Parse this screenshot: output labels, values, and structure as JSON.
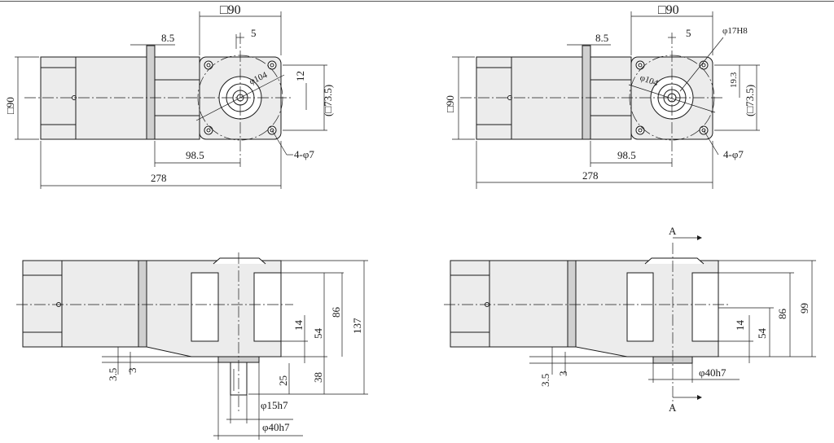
{
  "top_left": {
    "flange_size": "□90",
    "offset_5": "5",
    "dim_8_5": "8.5",
    "height_90": "□90",
    "pcd": "φ104",
    "dim_12": "12",
    "dim_73_5": "(□73.5)",
    "holes": "4-φ7",
    "dim_98_5": "98.5",
    "total_278": "278"
  },
  "top_right": {
    "flange_size": "□90",
    "offset_5": "5",
    "bore": "φ17H8",
    "dim_8_5": "8.5",
    "height_90": "□90",
    "pcd": "φ104",
    "dim_19_3": "19.3",
    "dim_73_5": "(□73.5)",
    "holes": "4-φ7",
    "dim_98_5": "98.5",
    "total_278": "278"
  },
  "bottom_left": {
    "dim_14": "14",
    "dim_54": "54",
    "dim_86": "86",
    "dim_137": "137",
    "dim_3_5": "3.5",
    "dim_3": "3",
    "dim_25": "25",
    "dim_38": "38",
    "shaft": "φ15h7",
    "pilot": "φ40h7"
  },
  "bottom_right": {
    "section_top": "A",
    "section_bottom": "A",
    "dim_14": "14",
    "dim_54": "54",
    "dim_86": "86",
    "dim_99": "99",
    "dim_3_5": "3.5",
    "dim_3": "3",
    "pilot": "φ40h7"
  }
}
